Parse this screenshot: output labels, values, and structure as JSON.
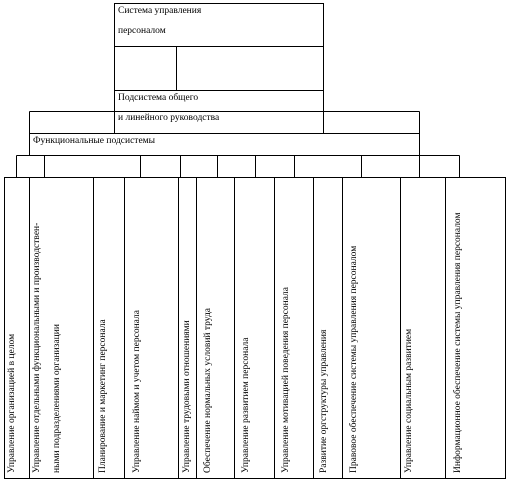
{
  "top_box": {
    "line1": "Система управления",
    "line2": "персоналом"
  },
  "middle_box": {
    "line1": "Подсистема общего",
    "line2": "и линейного руководства"
  },
  "bar": {
    "label": "Функциональные подсистемы"
  },
  "columns": [
    {
      "lines": [
        "Управление организацией в целом"
      ]
    },
    {
      "lines": [
        "Управление отдельными функциональными и производствен-",
        "ными подразделениями организации"
      ]
    },
    {
      "lines": [
        "Планирование и маркетинг персонала"
      ]
    },
    {
      "lines": [
        "Управление наймом и учетом персонала"
      ]
    },
    {
      "lines": [
        "Управление трудовыми отношениями"
      ]
    },
    {
      "lines": [
        "Обеспечение нормальных условий труда"
      ]
    },
    {
      "lines": [
        "Управление развитием персонала"
      ]
    },
    {
      "lines": [
        "Управление мотивацией поведения персонала"
      ]
    },
    {
      "lines": [
        "Развитие оргструктуры управления"
      ]
    },
    {
      "lines": [
        "Правовое обеспечение системы управления персоналом"
      ]
    },
    {
      "lines": [
        "Управление социальным развитием"
      ]
    },
    {
      "lines": [
        "Информационное обеспечение системы управления персоналом"
      ]
    }
  ]
}
